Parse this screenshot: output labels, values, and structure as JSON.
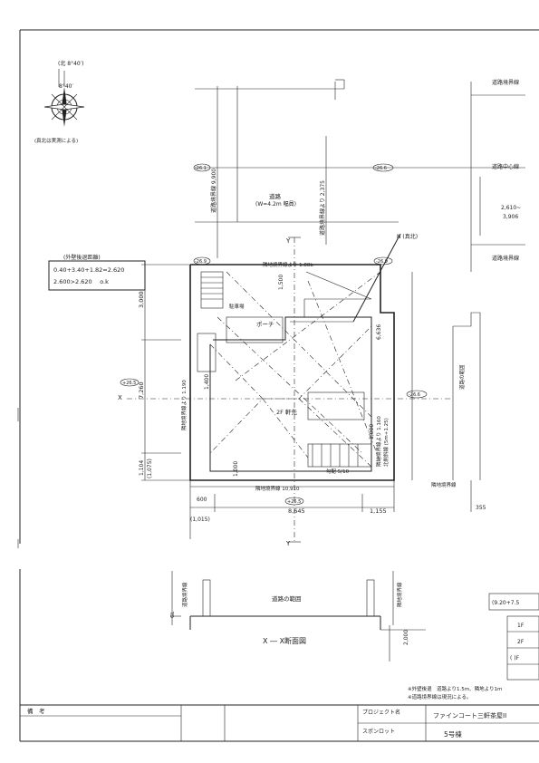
{
  "north": {
    "label1": "(北 8°40′)",
    "angle": "8°40′",
    "note": "(真北は実測による)"
  },
  "roads": {
    "boundary_top": "道路境界線",
    "centerline": "道路中心線",
    "boundary_right": "道路境界線",
    "width_label": "道路",
    "width_value": "(W=4.2m 幅員)",
    "dist_left": "道路境界線 9,900",
    "dist_mid": "道路境界線より 2,375",
    "setback_a": "2,610~",
    "setback_b": "3,906"
  },
  "elevations": {
    "tl": "-26.1",
    "tr": "-26.6",
    "ml": "-26.9",
    "mr": "-26.9",
    "left": "+26.5",
    "right": "-26.6",
    "bottom": "+26.5"
  },
  "setback_box": {
    "title": "(外壁後退距離)",
    "line1": "0.40+3.40+1.82=2.620",
    "line2": "2.600>2.620 　o.k"
  },
  "plan": {
    "ridge_label": "2F 軒先",
    "porch_label": "ポーチ",
    "parking_label": "駐車場",
    "n_arrow": "N (真北)",
    "x_label": "X",
    "y_top": "Y",
    "y_bottom": "Y",
    "dim_top_boundary": "隣地境界線より 1.88b",
    "dim_top_eave": "1,500",
    "dim_left_total": "7,260",
    "dim_left_upper": "3,000",
    "dim_left_lower": "1,104",
    "dim_left_lower2": "(1,075)",
    "dim_bottom_total": "隣地境界線 10,910",
    "dim_bottom_main": "8,645",
    "dim_bottom_right": "1,155",
    "dim_bottom_small": "600",
    "dim_bottom_small2": "(1,015)",
    "dim_right_v": "6,636",
    "dim_right_low": "1,000",
    "dim_inner1": "1,000",
    "dim_inner2": "1,400",
    "left_boundary_text": "隣地境界線より 1.190",
    "right_boundary_text": "隣地境界線より 1.160",
    "right_boundary_text2": "北側斜線 (5m+1.25)",
    "neighbor_label": "道路の範囲",
    "neighbor_boundary": "隣地境界線",
    "far_right_small": "355",
    "slope_label": "勾配 5/10"
  },
  "section": {
    "title": "X ― X断面図",
    "center_label": "道路の範囲",
    "left_label": "道路境界線",
    "right_label": "隣地境界線",
    "level_label": "2,000",
    "gl_label": "GL",
    "right_box": "(9.20+7.5"
  },
  "notes": {
    "line1": "※外壁後退　道路より1.5m、隣地より1m",
    "line2": "※道路境界線は現況による。"
  },
  "title_block": {
    "remarks_label": "備　考",
    "project_label": "プロジェクト名",
    "project_name": "ファインコート三軒茶屋II",
    "lot_label": "スポンロット",
    "lot_name": "5号棟"
  },
  "right_table": {
    "r1": "1F",
    "r2": "2F",
    "r3": "( )F"
  }
}
